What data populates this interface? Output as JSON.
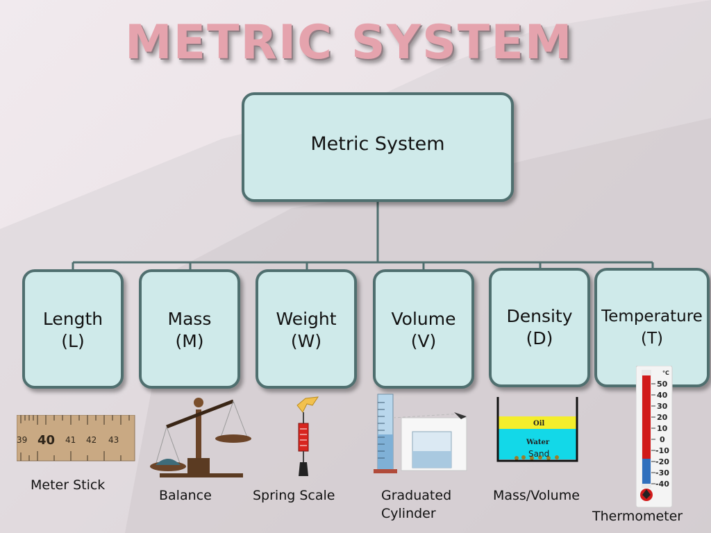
{
  "title": "METRIC SYSTEM",
  "root": {
    "label": "Metric System"
  },
  "categories": [
    {
      "name": "Length",
      "symbol": "(L)"
    },
    {
      "name": "Mass",
      "symbol": "(M)"
    },
    {
      "name": "Weight",
      "symbol": "(W)"
    },
    {
      "name": "Volume",
      "symbol": "(V)"
    },
    {
      "name": "Density",
      "symbol": "(D)"
    },
    {
      "name": "Temperature",
      "symbol": "(T)"
    }
  ],
  "instruments": {
    "meter_stick": {
      "caption": "Meter Stick",
      "ticks": [
        "39",
        "40",
        "41",
        "42",
        "43"
      ]
    },
    "balance": {
      "caption": "Balance"
    },
    "spring_scale": {
      "caption": "Spring Scale"
    },
    "graduated_cylinder": {
      "caption_line1": "Graduated",
      "caption_line2": "Cylinder"
    },
    "mass_volume": {
      "caption": "Mass/Volume",
      "layers": [
        "Oil",
        "Water",
        "Sand"
      ]
    },
    "thermometer": {
      "caption": "Thermometer",
      "unit": "°C",
      "scale": [
        "50",
        "40",
        "30",
        "20",
        "10",
        "0",
        "-10",
        "-20",
        "-30",
        "-40"
      ]
    }
  },
  "colors": {
    "box_fill": "#cfeaea",
    "box_border": "#4f6f6f",
    "title": "#e5a3ad"
  }
}
